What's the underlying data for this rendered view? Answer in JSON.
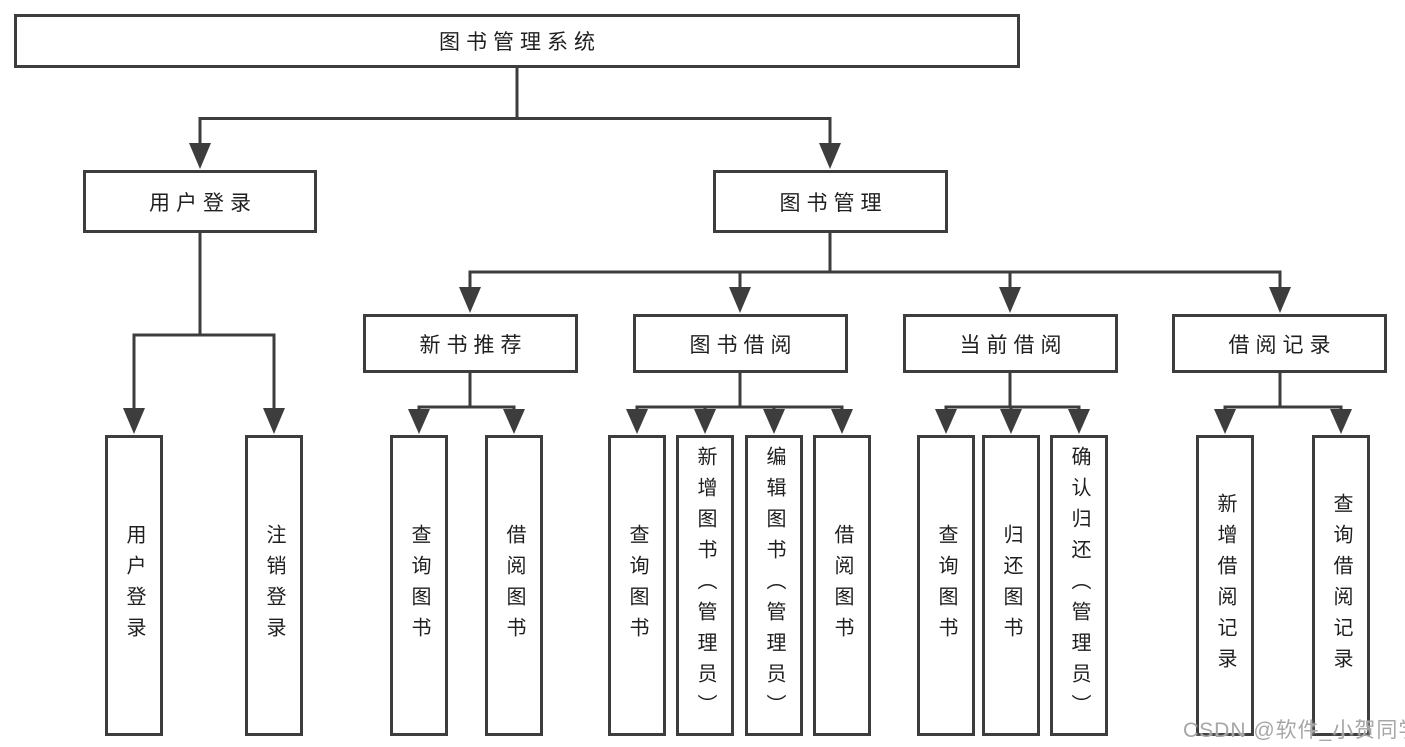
{
  "colors": {
    "line": "#3d3d3d",
    "box_border": "#3d3d3d",
    "box_fill": "#ffffff",
    "text": "#1f1f1f",
    "background": "#ffffff",
    "watermark": "#a7a7a9"
  },
  "watermark": "CSDN @软件_小贺同学",
  "nodes": {
    "root": "图书管理系统",
    "user_login": "用户登录",
    "book_management": "图书管理",
    "new_book_recommend": "新书推荐",
    "book_borrow": "图书借阅",
    "current_borrow": "当前借阅",
    "borrow_record": "借阅记录",
    "leaf_user_login": "用户登录",
    "leaf_logout": "注销登录",
    "leaf_rec_query_book": "查询图书",
    "leaf_rec_borrow_book": "借阅图书",
    "leaf_bb_query_book": "查询图书",
    "leaf_bb_add_book": "新增图书（管理员）",
    "leaf_bb_edit_book": "编辑图书（管理员）",
    "leaf_bb_borrow_book": "借阅图书",
    "leaf_cb_query_book": "查询图书",
    "leaf_cb_return_book": "归还图书",
    "leaf_cb_confirm_return": "确认归还（管理员）",
    "leaf_br_add_record": "新增借阅记录",
    "leaf_br_query_record": "查询借阅记录"
  },
  "tree": {
    "图书管理系统": {
      "用户登录": [
        "用户登录",
        "注销登录"
      ],
      "图书管理": {
        "新书推荐": [
          "查询图书",
          "借阅图书"
        ],
        "图书借阅": [
          "查询图书",
          "新增图书（管理员）",
          "编辑图书（管理员）",
          "借阅图书"
        ],
        "当前借阅": [
          "查询图书",
          "归还图书",
          "确认归还（管理员）"
        ],
        "借阅记录": [
          "新增借阅记录",
          "查询借阅记录"
        ]
      }
    }
  }
}
